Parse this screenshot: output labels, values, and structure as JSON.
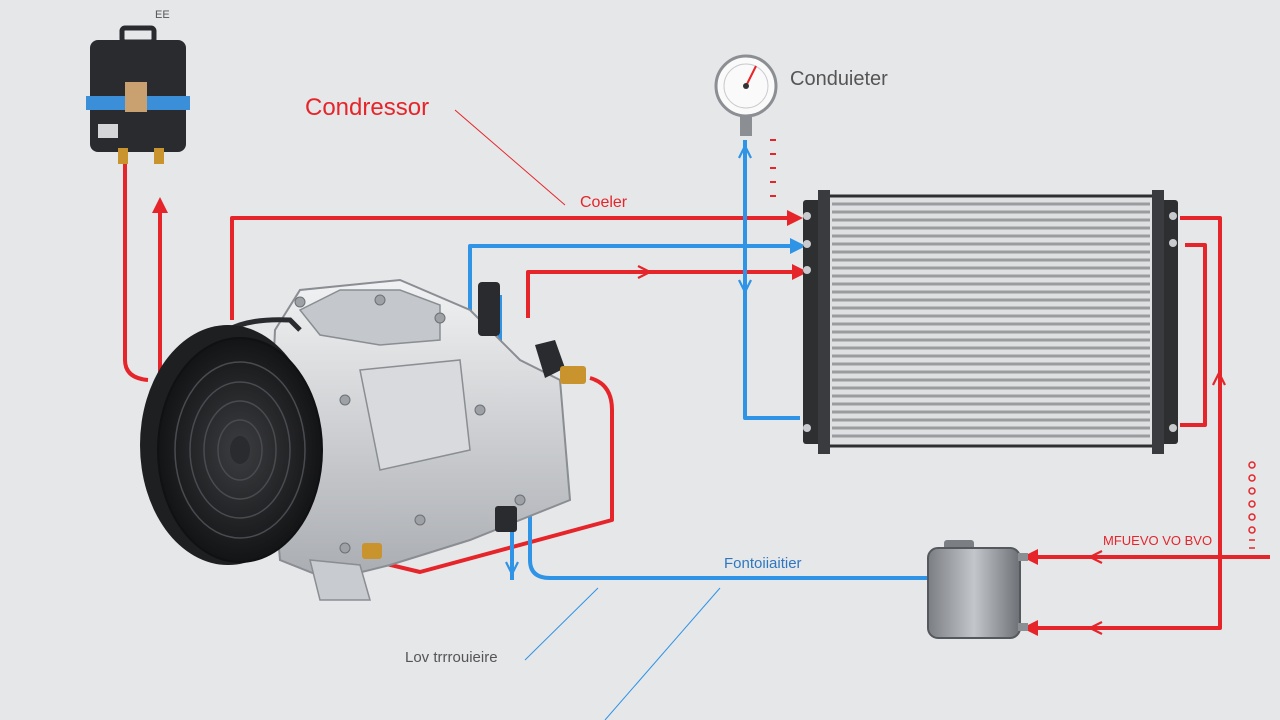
{
  "colors": {
    "background": "#e6e7e9",
    "hot_line": "#e5252a",
    "cold_line": "#2f93e6",
    "label_red": "#e5252a",
    "label_blue": "#2f78c0",
    "label_gray": "#555555",
    "condenser_frame": "#2e2f31",
    "condenser_fins": "#9a9c9f"
  },
  "labels": {
    "top_marking": "ЕЕ",
    "condressor": "Condressor",
    "coeler": "Coeler",
    "conduieter": "Conduieter",
    "fonto": "Fontoiiaitier",
    "lov": "Lov trrrouieire",
    "mfuevo": "MFUEVO VO BVO"
  }
}
